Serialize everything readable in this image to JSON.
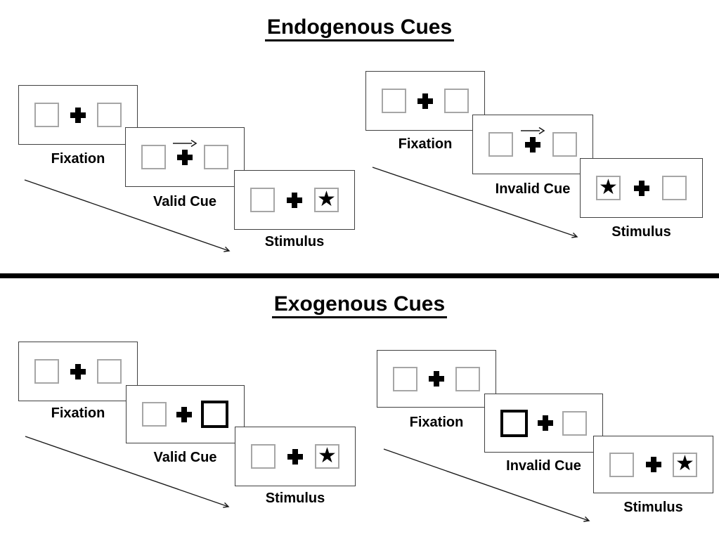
{
  "colors": {
    "background": "#ffffff",
    "panel_border": "#404040",
    "box_border": "#a6a6a6",
    "ink": "#000000"
  },
  "icons": {
    "star": "★",
    "fixation_cross": "plus-cross",
    "cue_arrow": "right-arrow"
  },
  "sections": [
    {
      "title": "Endogenous Cues",
      "sequences": [
        {
          "cue_type": "central-arrow",
          "cue_direction": "right",
          "stimulus_side": "right",
          "panels": [
            {
              "label": "Fixation"
            },
            {
              "label": "Valid Cue"
            },
            {
              "label": "Stimulus"
            }
          ]
        },
        {
          "cue_type": "central-arrow",
          "cue_direction": "right",
          "stimulus_side": "left",
          "panels": [
            {
              "label": "Fixation"
            },
            {
              "label": "Invalid Cue"
            },
            {
              "label": "Stimulus"
            }
          ]
        }
      ]
    },
    {
      "title": "Exogenous Cues",
      "sequences": [
        {
          "cue_type": "peripheral-box",
          "cue_side": "right",
          "stimulus_side": "right",
          "panels": [
            {
              "label": "Fixation"
            },
            {
              "label": "Valid Cue"
            },
            {
              "label": "Stimulus"
            }
          ]
        },
        {
          "cue_type": "peripheral-box",
          "cue_side": "left",
          "stimulus_side": "right",
          "panels": [
            {
              "label": "Fixation"
            },
            {
              "label": "Invalid Cue"
            },
            {
              "label": "Stimulus"
            }
          ]
        }
      ]
    }
  ]
}
